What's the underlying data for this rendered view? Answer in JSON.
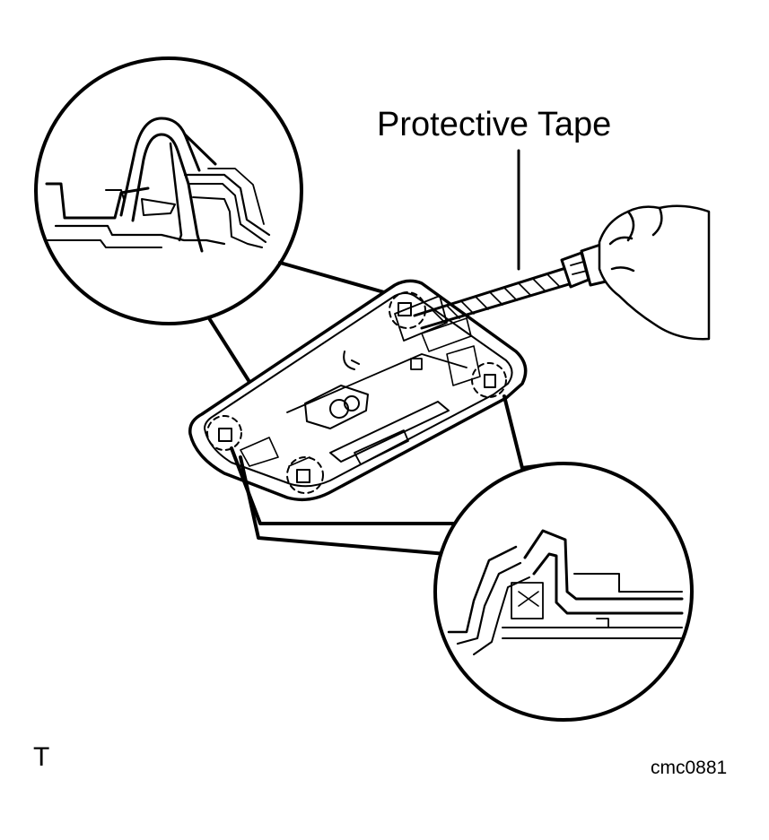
{
  "labels": {
    "callout": "Protective Tape",
    "corner_letter": "T",
    "figure_code": "cmc0881"
  },
  "colors": {
    "line": "#000000",
    "background": "#ffffff"
  },
  "icons": {
    "tool": "screwdriver-icon",
    "hand": "hand-icon"
  }
}
